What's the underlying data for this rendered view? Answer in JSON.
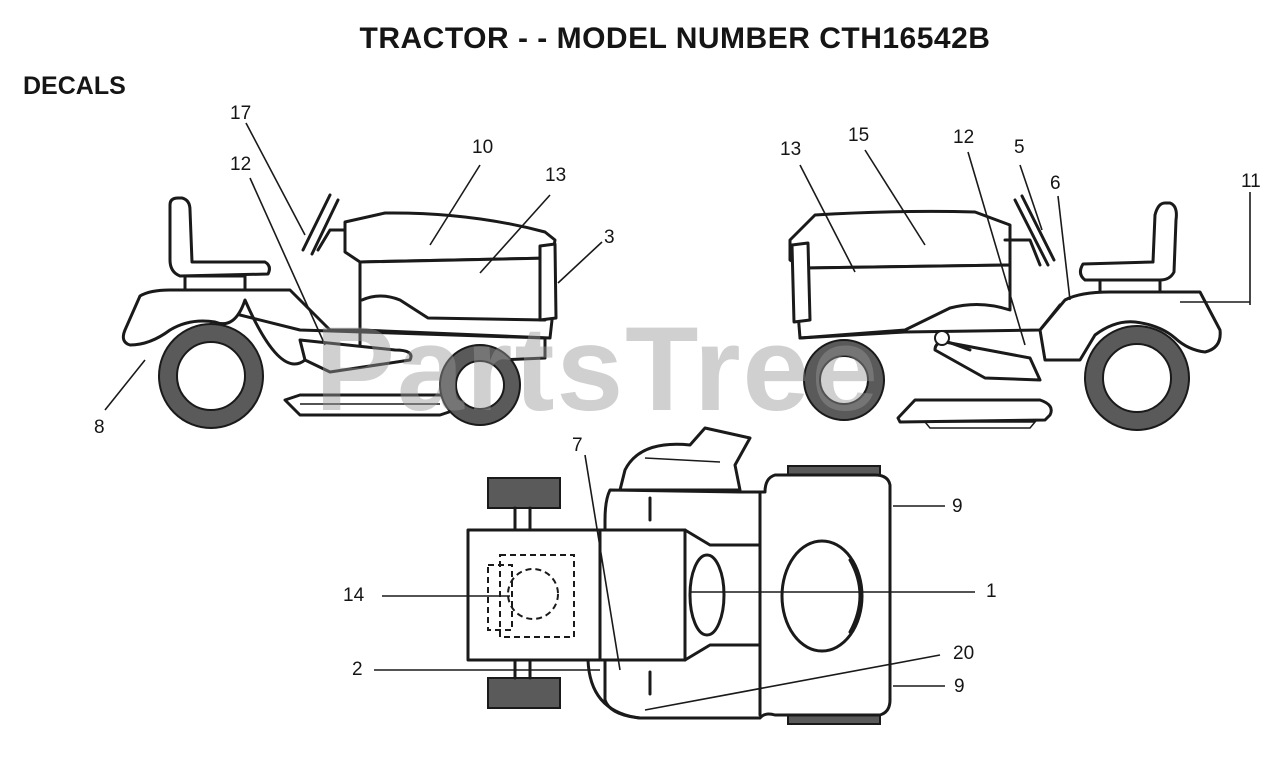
{
  "diagram": {
    "title": "TRACTOR - - MODEL NUMBER CTH16542B",
    "section": "DECALS",
    "watermark": "PartsTree",
    "callouts": {
      "left_17": "17",
      "left_12": "12",
      "left_10": "10",
      "left_13": "13",
      "left_3": "3",
      "left_8": "8",
      "right_13": "13",
      "right_15": "15",
      "right_12": "12",
      "right_5": "5",
      "right_6": "6",
      "right_11": "11",
      "top_7": "7",
      "top_9a": "9",
      "top_14": "14",
      "top_1": "1",
      "top_2": "2",
      "top_20": "20",
      "top_9b": "9"
    }
  }
}
